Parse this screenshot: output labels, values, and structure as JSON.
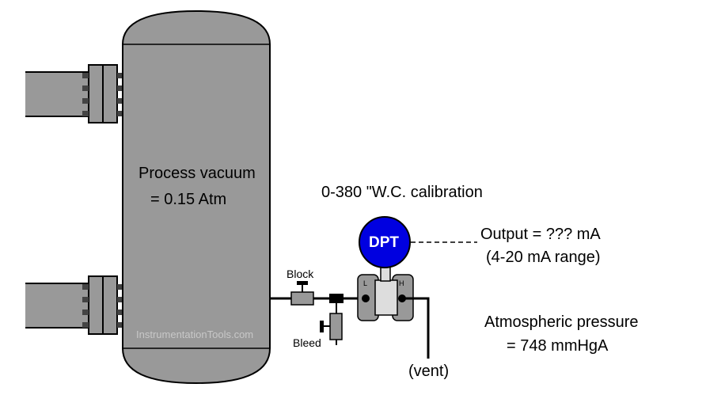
{
  "vessel": {
    "label_line1": "Process vacuum",
    "label_line2": "= 0.15 Atm",
    "watermark": "InstrumentationTools.com"
  },
  "calibration": "0-380 \"W.C. calibration",
  "transmitter": {
    "tag": "DPT",
    "low_port": "L",
    "high_port": "H",
    "output_line1": "Output = ??? mA",
    "output_line2": "(4-20 mA range)"
  },
  "valves": {
    "block": "Block",
    "bleed": "Bleed"
  },
  "vent": "(vent)",
  "atmosphere": {
    "line1": "Atmospheric pressure",
    "line2": "= 748 mmHgA"
  },
  "colors": {
    "vessel_fill": "#999999",
    "transmitter_head": "#0000e0",
    "outline": "#000000"
  }
}
